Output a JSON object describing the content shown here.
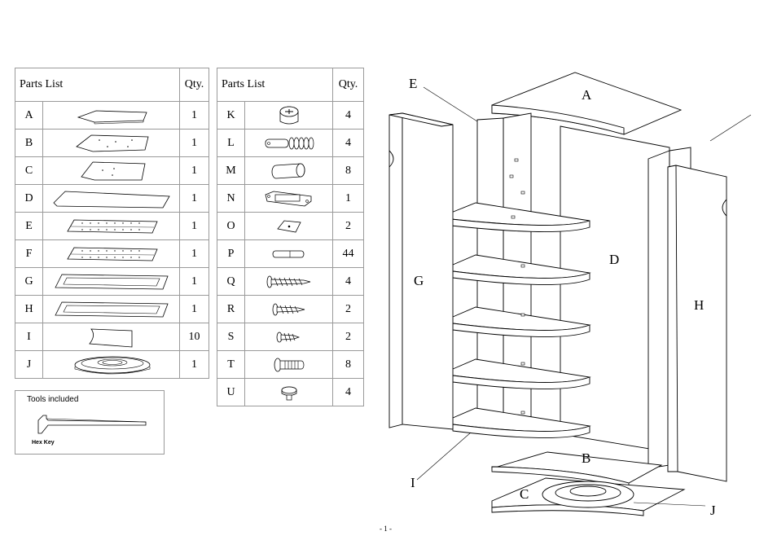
{
  "left_table": {
    "header_name": "Parts List",
    "header_qty": "Qty.",
    "rows": [
      {
        "letter": "A",
        "qty": "1",
        "icon": "panel-A-icon"
      },
      {
        "letter": "B",
        "qty": "1",
        "icon": "panel-B-icon"
      },
      {
        "letter": "C",
        "qty": "1",
        "icon": "panel-C-icon"
      },
      {
        "letter": "D",
        "qty": "1",
        "icon": "panel-D-icon"
      },
      {
        "letter": "E",
        "qty": "1",
        "icon": "panel-E-icon"
      },
      {
        "letter": "F",
        "qty": "1",
        "icon": "panel-F-icon"
      },
      {
        "letter": "G",
        "qty": "1",
        "icon": "door-G-icon"
      },
      {
        "letter": "H",
        "qty": "1",
        "icon": "door-H-icon"
      },
      {
        "letter": "I",
        "qty": "10",
        "icon": "shelf-I-icon"
      },
      {
        "letter": "J",
        "qty": "1",
        "icon": "swivel-base-J-icon"
      }
    ]
  },
  "right_table": {
    "header_name": "Parts List",
    "header_qty": "Qty.",
    "rows": [
      {
        "letter": "K",
        "qty": "4",
        "icon": "cam-lock-icon"
      },
      {
        "letter": "L",
        "qty": "4",
        "icon": "cam-bolt-icon"
      },
      {
        "letter": "M",
        "qty": "8",
        "icon": "dowel-icon"
      },
      {
        "letter": "N",
        "qty": "1",
        "icon": "magnetic-catch-icon"
      },
      {
        "letter": "O",
        "qty": "2",
        "icon": "strike-plate-icon"
      },
      {
        "letter": "P",
        "qty": "44",
        "icon": "shelf-pin-icon"
      },
      {
        "letter": "Q",
        "qty": "4",
        "icon": "long-screw-icon"
      },
      {
        "letter": "R",
        "qty": "2",
        "icon": "medium-screw-icon"
      },
      {
        "letter": "S",
        "qty": "2",
        "icon": "short-screw-icon"
      },
      {
        "letter": "T",
        "qty": "8",
        "icon": "bolt-icon"
      },
      {
        "letter": "U",
        "qty": "4",
        "icon": "glide-foot-icon"
      }
    ]
  },
  "tools": {
    "title": "Tools included",
    "item": "Hex Key",
    "icon": "hex-key-icon"
  },
  "diagram": {
    "labels": {
      "A": "A",
      "B": "B",
      "C": "C",
      "D": "D",
      "E": "E",
      "G": "G",
      "H": "H",
      "I": "I",
      "J": "J"
    },
    "icon": "exploded-cabinet-diagram"
  },
  "page_number": "- 1 -"
}
